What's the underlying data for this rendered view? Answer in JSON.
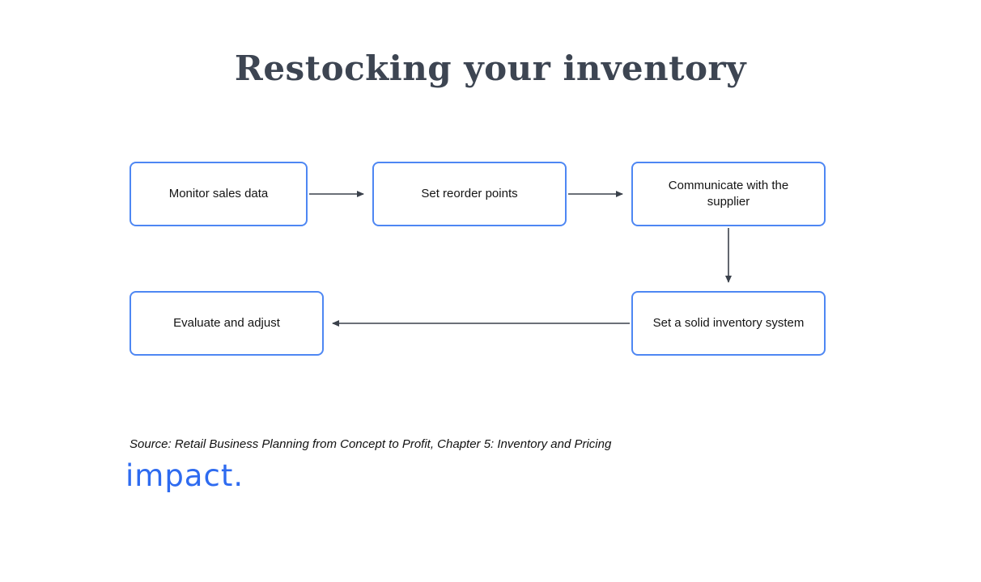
{
  "title": "Restocking your inventory",
  "flowchart": {
    "type": "flowchart",
    "nodes": [
      {
        "id": "monitor-sales-data",
        "label": "Monitor sales data"
      },
      {
        "id": "set-reorder-points",
        "label": "Set reorder points"
      },
      {
        "id": "communicate-with-the-supplier",
        "label": "Communicate with the supplier"
      },
      {
        "id": "set-a-solid-inventory-system",
        "label": "Set a solid inventory system"
      },
      {
        "id": "evaluate-and-adjust",
        "label": "Evaluate and adjust"
      }
    ],
    "edges": [
      {
        "from": "monitor-sales-data",
        "to": "set-reorder-points",
        "direction": "right"
      },
      {
        "from": "set-reorder-points",
        "to": "communicate-with-the-supplier",
        "direction": "right"
      },
      {
        "from": "communicate-with-the-supplier",
        "to": "set-a-solid-inventory-system",
        "direction": "down"
      },
      {
        "from": "set-a-solid-inventory-system",
        "to": "evaluate-and-adjust",
        "direction": "left"
      }
    ]
  },
  "footer": {
    "source": "Source: Retail Business Planning from Concept to Profit, Chapter 5: Inventory and Pricing",
    "logo_text": "impact."
  },
  "colors": {
    "title_text": "#3d4552",
    "node_border": "#4e87f3",
    "node_fill": "#ffffff",
    "node_text": "#141414",
    "arrow": "#3a414b",
    "logo_blue": "#2e6bf0"
  }
}
